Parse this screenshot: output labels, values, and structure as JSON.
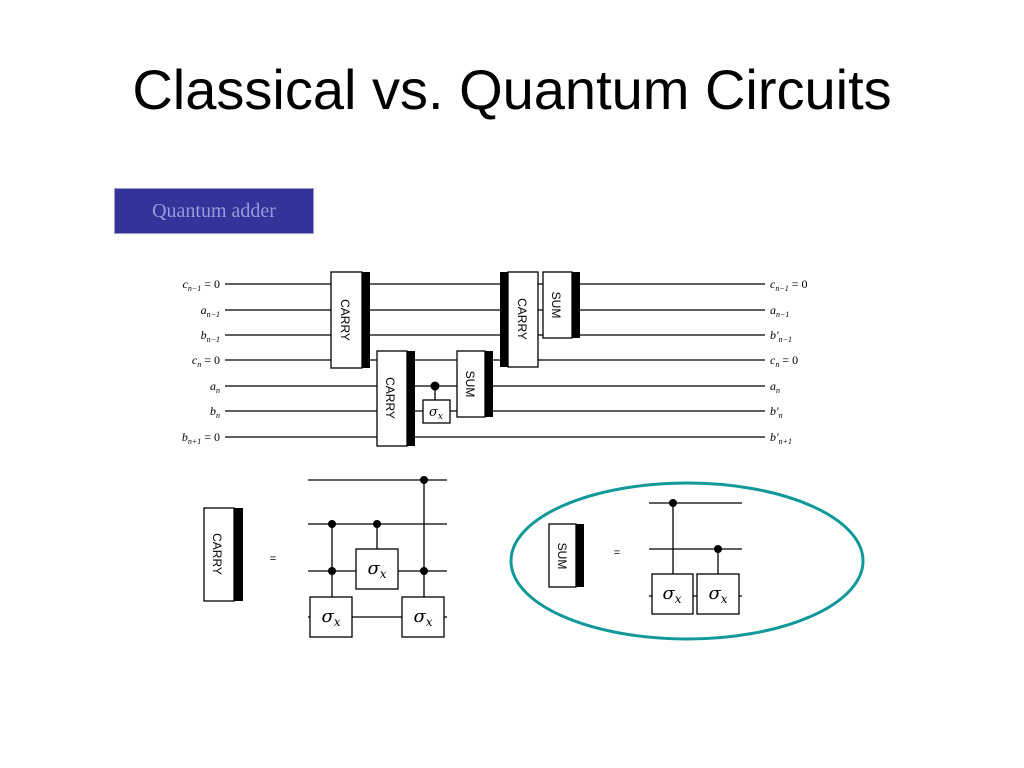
{
  "slide": {
    "title": "Classical vs. Quantum Circuits",
    "subtitle": "Quantum adder"
  },
  "circuit": {
    "input_labels": [
      "c_{n−1} = 0",
      "a_{n−1}",
      "b_{n−1}",
      "c_n = 0",
      "a_n",
      "b_n",
      "b_{n+1} = 0"
    ],
    "output_labels": [
      "c_{n−1} = 0",
      "a_{n−1}",
      "b′_{n−1}",
      "c_n = 0",
      "a_n",
      "b′_n",
      "b′_{n+1}"
    ],
    "gates": {
      "carry": "CARRY",
      "sum": "SUM",
      "sigma": "σ",
      "sigma_sub": "x"
    }
  },
  "definitions": {
    "carry_name": "CARRY",
    "sum_name": "SUM",
    "equals": "="
  },
  "colors": {
    "title": "#000000",
    "subtitle_bg": "#333399",
    "subtitle_text": "#9999dd",
    "highlight_ellipse": "#119999"
  }
}
